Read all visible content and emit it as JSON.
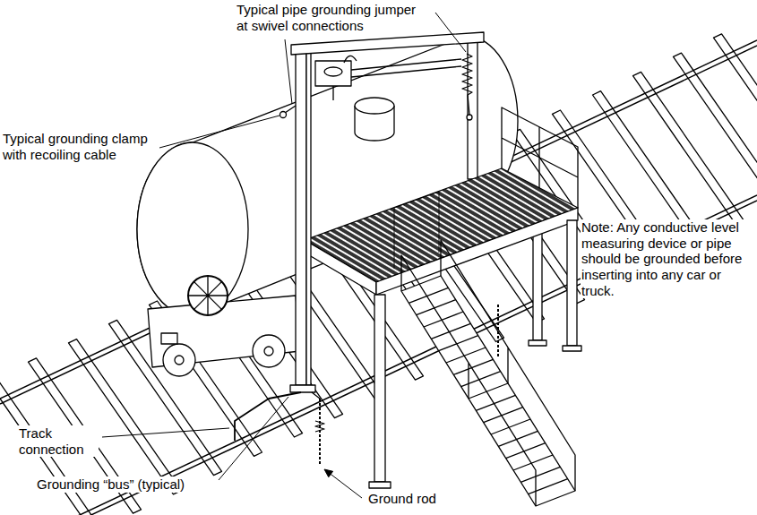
{
  "diagram": {
    "labels": [
      "Typical pipe grounding jumper at swivel connections",
      "Typical grounding clamp with recoiling cable",
      "Note: Any conductive level measuring device or pipe should be grounded before inserting into any car or truck.",
      "Track connection",
      "Grounding “bus” (typical)",
      "Ground rod"
    ]
  }
}
